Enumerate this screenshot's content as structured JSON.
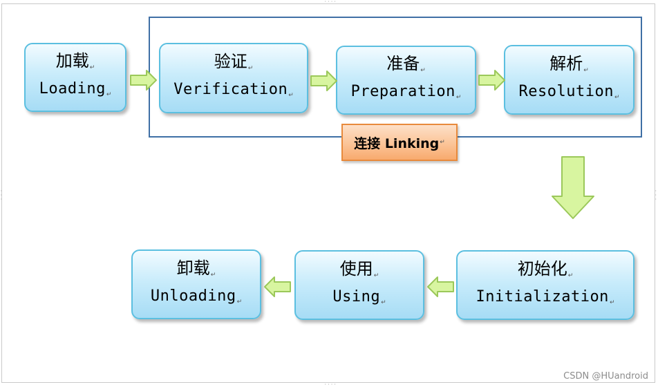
{
  "stages": {
    "loading": {
      "zh": "加载",
      "en": "Loading"
    },
    "verification": {
      "zh": "验证",
      "en": "Verification"
    },
    "preparation": {
      "zh": "准备",
      "en": "Preparation"
    },
    "resolution": {
      "zh": "解析",
      "en": "Resolution"
    },
    "initialization": {
      "zh": "初始化",
      "en": "Initialization"
    },
    "using": {
      "zh": "使用",
      "en": "Using"
    },
    "unloading": {
      "zh": "卸载",
      "en": "Unloading"
    }
  },
  "linking": {
    "label": "连接 Linking"
  },
  "paragraph_mark": "↵",
  "watermark": "CSDN @HUandroid",
  "colors": {
    "stage_border": "#5bbfe0",
    "stage_fill_top": "#f2fbff",
    "stage_fill_bottom": "#a6dcf5",
    "arrow_fill": "#d8f5a0",
    "arrow_stroke": "#9bc85a",
    "linking_fill": "#fbc497",
    "linking_border": "#e88a3c",
    "frame_border": "#3f6fa5"
  }
}
